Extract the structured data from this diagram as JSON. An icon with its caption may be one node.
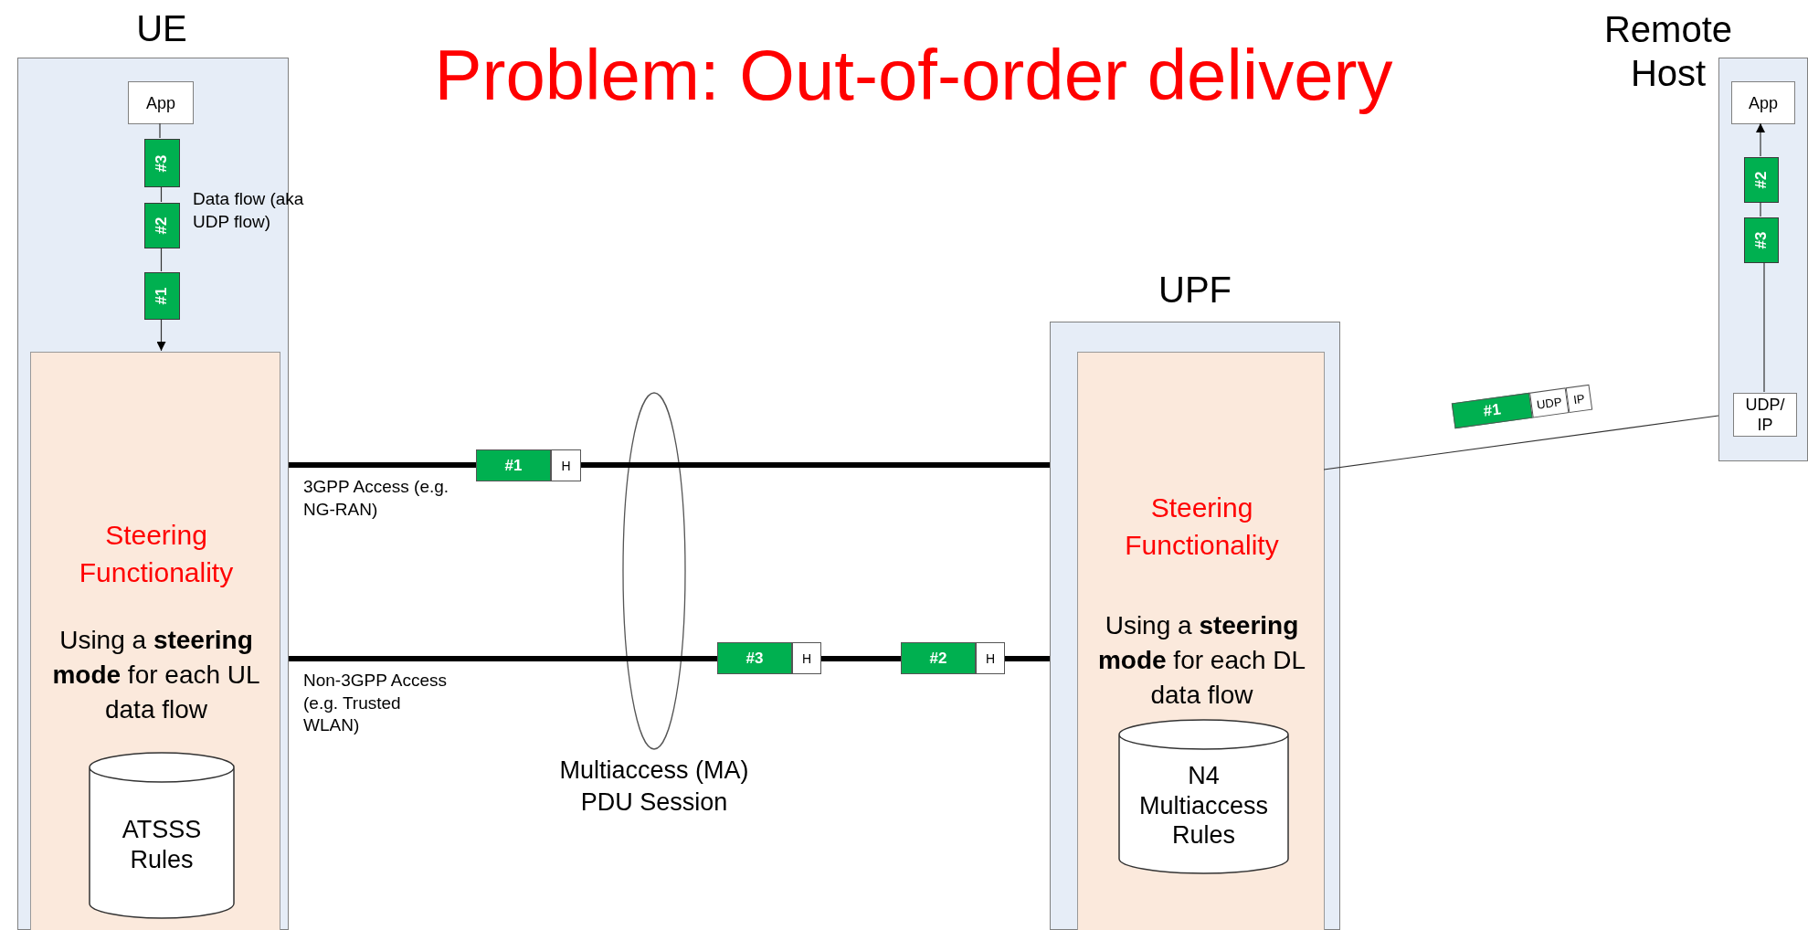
{
  "diagram": {
    "title": "Problem: Out-of-order delivery",
    "nodes": [
      {
        "text": [
          "UE"
        ]
      },
      {
        "text": [
          "App"
        ],
        "in": 0
      },
      {
        "text": [
          "#3"
        ],
        "in": 0
      },
      {
        "text": [
          "#2"
        ],
        "in": 0
      },
      {
        "text": [
          "#1"
        ],
        "in": 0
      },
      {
        "text": [
          "Steering Functionality",
          "Using a **steering mode** for each UL data flow"
        ],
        "in": 0
      },
      {
        "text": [
          "ATSSS Rules"
        ],
        "in": 5
      },
      {
        "text": [
          "UPF"
        ]
      },
      {
        "text": [
          "Steering Functionality",
          "Using a **steering mode** for each DL data flow"
        ],
        "in": 7
      },
      {
        "text": [
          "N4 Multiaccess Rules"
        ],
        "in": 8
      },
      {
        "text": [
          "Remote Host"
        ]
      },
      {
        "text": [
          "App"
        ],
        "in": 10
      },
      {
        "text": [
          "#2"
        ],
        "in": 10
      },
      {
        "text": [
          "#3"
        ],
        "in": 10
      },
      {
        "text": [
          "UDP/ IP"
        ],
        "in": 10
      },
      {
        "text": [
          "#1",
          "H"
        ]
      },
      {
        "text": [
          "#3",
          "H"
        ]
      },
      {
        "text": [
          "#2",
          "H"
        ]
      },
      {
        "text": [
          "#1",
          "UDP",
          "IP"
        ]
      }
    ],
    "edges": [
      {
        "from": 1,
        "to": 2,
        "arrow": "none"
      },
      {
        "from": 2,
        "to": 3,
        "arrow": "none"
      },
      {
        "from": 3,
        "to": 4,
        "arrow": "none"
      },
      {
        "from": 4,
        "to": 5,
        "arrow": "to"
      },
      {
        "from": 0,
        "to": 15,
        "arrow": "none",
        "style": "thick",
        "label": "3GPP Access (e.g. NG-RAN)"
      },
      {
        "from": 15,
        "to": 7,
        "arrow": "none",
        "style": "thick"
      },
      {
        "from": 0,
        "to": 16,
        "arrow": "none",
        "style": "thick",
        "label": "Non-3GPP Access (e.g. Trusted WLAN)"
      },
      {
        "from": 16,
        "to": 17,
        "arrow": "none",
        "style": "thick"
      },
      {
        "from": 17,
        "to": 7,
        "arrow": "none",
        "style": "thick"
      },
      {
        "from": 8,
        "to": 10,
        "arrow": "none"
      },
      {
        "from": 14,
        "to": 13,
        "arrow": "none"
      },
      {
        "from": 13,
        "to": 12,
        "arrow": "none"
      },
      {
        "from": 12,
        "to": 11,
        "arrow": "to"
      }
    ],
    "labels": [
      "Data flow (aka UDP flow)",
      "Multiaccess (MA) PDU Session"
    ]
  }
}
